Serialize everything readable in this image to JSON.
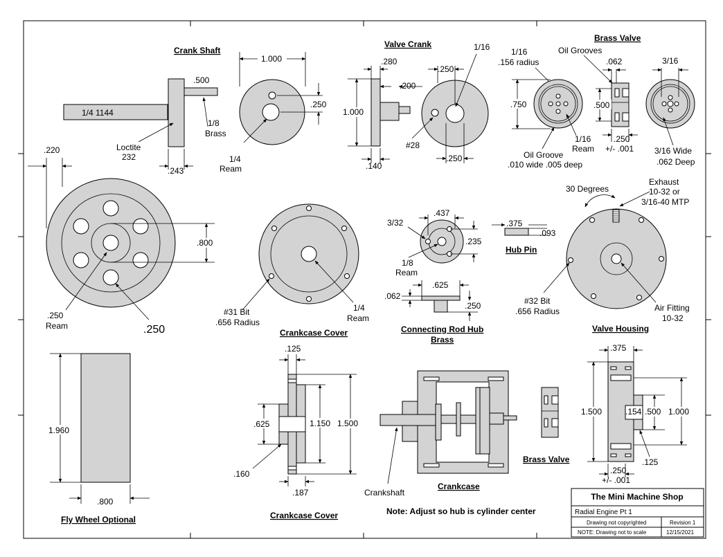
{
  "titles": {
    "crank_shaft": "Crank Shaft",
    "valve_crank": "Valve Crank",
    "brass_valve_top": "Brass Valve",
    "crankcase_cover_mid": "Crankcase Cover",
    "connecting_rod_hub_1": "Connecting Rod Hub",
    "connecting_rod_hub_2": "Brass",
    "hub_pin": "Hub Pin",
    "valve_housing": "Valve Housing",
    "fly_wheel": "Fly Wheel Optional",
    "crankcase_cover_bottom": "Crankcase Cover",
    "crankcase": "Crankcase",
    "brass_valve_bottom": "Brass Valve"
  },
  "labels": {
    "cs_500": ".500",
    "cs_shaft": "1/4 1144",
    "cs_brass_1": "1/8",
    "cs_brass_2": "Brass",
    "cs_loctite_1": "Loctite",
    "cs_loctite_2": "232",
    "cs_243": ".243",
    "cs_220": ".220",
    "cs_1000": "1.000",
    "cs_250": ".250",
    "cs_ream_1": "1/4",
    "cs_ream_2": "Ream",
    "vc_280": ".280",
    "vc_200": ".200",
    "vc_1000": "1.000",
    "vc_140": ".140",
    "vc_250a": ".250",
    "vc_116": "1/16",
    "vc_28": "#28",
    "vc_250b": ".250",
    "bv_116": "1/16",
    "bv_156": ".156 radius",
    "bv_oilgrooves": "Oil Grooves",
    "bv_062": ".062",
    "bv_316": "3/16",
    "bv_750": ".750",
    "bv_500": ".500",
    "bv_116ream_1": "1/16",
    "bv_116ream_2": "Ream",
    "bv_250": ".250",
    "bv_001": "+/- .001",
    "bv_oilgroove": "Oil Groove",
    "bv_010": ".010 wide .005 deep",
    "bv_316wide": "3/16 Wide",
    "bv_062deep": ".062 Deep",
    "fw_800": ".800",
    "fw_250ream_1": ".250",
    "fw_250ream_2": "Ream",
    "fw_250": ".250",
    "cc_31_1": "#31 Bit",
    "cc_31_2": ".656 Radius",
    "cc_ream_1": "1/4",
    "cc_ream_2": "Ream",
    "hub_332": "3/32",
    "hub_437": ".437",
    "hub_235": ".235",
    "hub_18_1": "1/8",
    "hub_18_2": "Ream",
    "hub_625": ".625",
    "hub_062": ".062",
    "hub_250": ".250",
    "pin_375": ".375",
    "pin_093": ".093",
    "vh_30": "30 Degrees",
    "vh_exh_1": "Exhaust",
    "vh_exh_2": "10-32 or",
    "vh_exh_3": "3/16-40 MTP",
    "vh_32_1": "#32 Bit",
    "vh_32_2": ".656 Radius",
    "vh_air_1": "Air Fitting",
    "vh_air_2": "10-32",
    "fw_1960": "1.960",
    "fw_800b": ".800",
    "ccb_125": ".125",
    "ccb_625": ".625",
    "ccb_1150": "1.150",
    "ccb_1500": "1.500",
    "ccb_160": ".160",
    "ccb_187": ".187",
    "crankshaft": "Crankshaft",
    "note": "Note: Adjust so hub is cylinder center",
    "vhb_375": ".375",
    "vhb_1500": "1.500",
    "vhb_154": ".154",
    "vhb_500": ".500",
    "vhb_1000": "1.000",
    "vhb_125": ".125",
    "vhb_250": ".250",
    "vhb_001": "+/- .001"
  },
  "title_block": {
    "company": "The Mini Machine Shop",
    "drawing": "Radial Engine Pt  1",
    "copyright": "Drawing not copyrighted",
    "revision": "Revision 1",
    "note": "NOTE: Drawing not to scale",
    "date": "12/15/2021"
  }
}
